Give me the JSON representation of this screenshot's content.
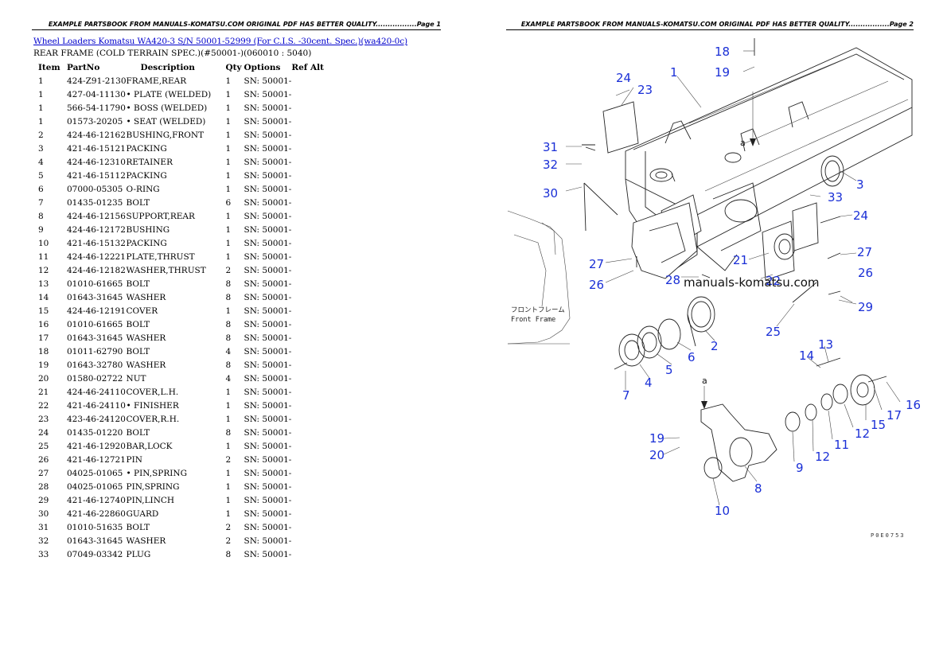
{
  "header": {
    "left": "EXAMPLE PARTSBOOK FROM MANUALS-KOMATSU.COM ORIGINAL PDF HAS BETTER QUALITY.................Page 1",
    "right": "EXAMPLE PARTSBOOK FROM MANUALS-KOMATSU.COM ORIGINAL PDF HAS BETTER QUALITY.................Page 2"
  },
  "breadcrumb": {
    "link1": "Wheel Loaders Komatsu",
    "link2": "WA420-3 S/N 50001-52999 (For C.I.S. -30cent. Spec.)(wa420-0c)"
  },
  "section_title": "REAR FRAME (COLD TERRAIN SPEC.)(#50001-)(060010 : 5040)",
  "table": {
    "headers": [
      "Item",
      "PartNo",
      "Description",
      "Qty",
      "Options",
      "Ref Alt"
    ],
    "rows": [
      [
        "1",
        "424-Z91-2130",
        "FRAME,REAR",
        "1",
        "SN: 50001-",
        ""
      ],
      [
        "1",
        "427-04-11130",
        "• PLATE (WELDED)",
        "1",
        "SN: 50001-",
        ""
      ],
      [
        "1",
        "566-54-11790",
        "• BOSS (WELDED)",
        "1",
        "SN: 50001-",
        ""
      ],
      [
        "1",
        "01573-20205",
        "• SEAT (WELDED)",
        "1",
        "SN: 50001-",
        ""
      ],
      [
        "2",
        "424-46-12162",
        "BUSHING,FRONT",
        "1",
        "SN: 50001-",
        ""
      ],
      [
        "3",
        "421-46-15121",
        "PACKING",
        "1",
        "SN: 50001-",
        ""
      ],
      [
        "4",
        "424-46-12310",
        "RETAINER",
        "1",
        "SN: 50001-",
        ""
      ],
      [
        "5",
        "421-46-15112",
        "PACKING",
        "1",
        "SN: 50001-",
        ""
      ],
      [
        "6",
        "07000-05305",
        "O-RING",
        "1",
        "SN: 50001-",
        ""
      ],
      [
        "7",
        "01435-01235",
        "BOLT",
        "6",
        "SN: 50001-",
        ""
      ],
      [
        "8",
        "424-46-12156",
        "SUPPORT,REAR",
        "1",
        "SN: 50001-",
        ""
      ],
      [
        "9",
        "424-46-12172",
        "BUSHING",
        "1",
        "SN: 50001-",
        ""
      ],
      [
        "10",
        "421-46-15132",
        "PACKING",
        "1",
        "SN: 50001-",
        ""
      ],
      [
        "11",
        "424-46-12221",
        "PLATE,THRUST",
        "1",
        "SN: 50001-",
        ""
      ],
      [
        "12",
        "424-46-12182",
        "WASHER,THRUST",
        "2",
        "SN: 50001-",
        ""
      ],
      [
        "13",
        "01010-61665",
        "BOLT",
        "8",
        "SN: 50001-",
        ""
      ],
      [
        "14",
        "01643-31645",
        "WASHER",
        "8",
        "SN: 50001-",
        ""
      ],
      [
        "15",
        "424-46-12191",
        "COVER",
        "1",
        "SN: 50001-",
        ""
      ],
      [
        "16",
        "01010-61665",
        "BOLT",
        "8",
        "SN: 50001-",
        ""
      ],
      [
        "17",
        "01643-31645",
        "WASHER",
        "8",
        "SN: 50001-",
        ""
      ],
      [
        "18",
        "01011-62790",
        "BOLT",
        "4",
        "SN: 50001-",
        ""
      ],
      [
        "19",
        "01643-32780",
        "WASHER",
        "8",
        "SN: 50001-",
        ""
      ],
      [
        "20",
        "01580-02722",
        "NUT",
        "4",
        "SN: 50001-",
        ""
      ],
      [
        "21",
        "424-46-24110",
        "COVER,L.H.",
        "1",
        "SN: 50001-",
        ""
      ],
      [
        "22",
        "421-46-24110",
        "• FINISHER",
        "1",
        "SN: 50001-",
        ""
      ],
      [
        "23",
        "423-46-24120",
        "COVER,R.H.",
        "1",
        "SN: 50001-",
        ""
      ],
      [
        "24",
        "01435-01220",
        "BOLT",
        "8",
        "SN: 50001-",
        ""
      ],
      [
        "25",
        "421-46-12920",
        "BAR,LOCK",
        "1",
        "SN: 50001-",
        ""
      ],
      [
        "26",
        "421-46-12721",
        "PIN",
        "2",
        "SN: 50001-",
        ""
      ],
      [
        "27",
        "04025-01065",
        "• PIN,SPRING",
        "1",
        "SN: 50001-",
        ""
      ],
      [
        "28",
        "04025-01065",
        "PIN,SPRING",
        "1",
        "SN: 50001-",
        ""
      ],
      [
        "29",
        "421-46-12740",
        "PIN,LINCH",
        "1",
        "SN: 50001-",
        ""
      ],
      [
        "30",
        "421-46-22860",
        "GUARD",
        "1",
        "SN: 50001-",
        ""
      ],
      [
        "31",
        "01010-51635",
        "BOLT",
        "2",
        "SN: 50001-",
        ""
      ],
      [
        "32",
        "01643-31645",
        "WASHER",
        "2",
        "SN: 50001-",
        ""
      ],
      [
        "33",
        "07049-03342",
        "PLUG",
        "8",
        "SN: 50001-",
        ""
      ]
    ]
  },
  "diagram": {
    "watermark": "manuals-komatsu.com",
    "front_frame_jp": "フロントフレーム",
    "front_frame_en": "Front Frame",
    "view_marker": "a",
    "figure_code": "P0E0753",
    "callouts": [
      {
        "n": "18"
      },
      {
        "n": "19"
      },
      {
        "n": "1"
      },
      {
        "n": "24"
      },
      {
        "n": "23"
      },
      {
        "n": "31"
      },
      {
        "n": "32"
      },
      {
        "n": "30"
      },
      {
        "n": "3"
      },
      {
        "n": "33"
      },
      {
        "n": "24"
      },
      {
        "n": "27"
      },
      {
        "n": "21"
      },
      {
        "n": "22"
      },
      {
        "n": "26"
      },
      {
        "n": "27"
      },
      {
        "n": "28"
      },
      {
        "n": "26"
      },
      {
        "n": "29"
      },
      {
        "n": "25"
      },
      {
        "n": "2"
      },
      {
        "n": "6"
      },
      {
        "n": "5"
      },
      {
        "n": "4"
      },
      {
        "n": "7"
      },
      {
        "n": "13"
      },
      {
        "n": "14"
      },
      {
        "n": "16"
      },
      {
        "n": "17"
      },
      {
        "n": "15"
      },
      {
        "n": "12"
      },
      {
        "n": "11"
      },
      {
        "n": "12"
      },
      {
        "n": "9"
      },
      {
        "n": "19"
      },
      {
        "n": "20"
      },
      {
        "n": "8"
      },
      {
        "n": "10"
      }
    ]
  }
}
